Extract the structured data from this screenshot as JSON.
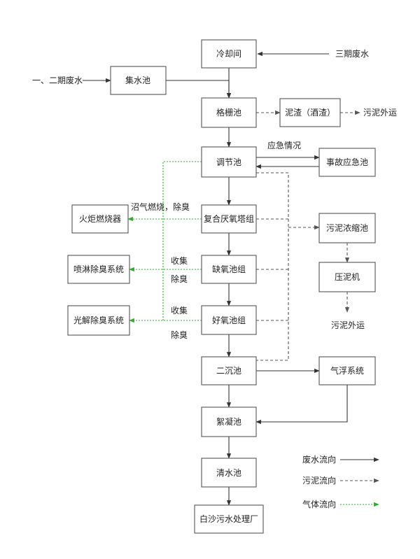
{
  "nodes": {
    "cooling_room": "冷却间",
    "collection_tank": "集水池",
    "grille_tank": "格栅池",
    "residue": "泥渣（酒渣）",
    "regulating_tank": "调节池",
    "emergency_tank": "事故应急池",
    "composite_anaerobic": "复合厌氧塔组",
    "sludge_thickener": "污泥浓缩池",
    "anoxic_tank": "缺氧池组",
    "filter_press": "压泥机",
    "aerobic_tank": "好氧池组",
    "secondary_clarifier": "二沉池",
    "air_flotation": "气浮系统",
    "flocculation_tank": "絮凝池",
    "clear_water_tank": "清水池",
    "wwtp": "白沙污水处理厂",
    "torch_burner": "火炬燃烧器",
    "spray_deodor": "喷淋除臭系统",
    "photo_deodor": "光解除臭系统"
  },
  "labels": {
    "phase_three_wastewater": "三期废水",
    "phase_one_two_wastewater": "一、二期废水",
    "sludge_out_1": "污泥外运",
    "sludge_out_2": "污泥外运",
    "emergency": "应急情况",
    "biogas_burn": "沼气燃烧，除臭",
    "collect_1": "收集",
    "deodor_1": "除臭",
    "collect_2": "收集",
    "deodor_2": "除臭"
  },
  "legend": {
    "wastewater": "废水流向",
    "sludge": "污泥流向",
    "gas": "气体流向"
  },
  "colors": {
    "wastewater_line": "#333333",
    "sludge_line": "#555555",
    "gas_line": "#33aa33"
  }
}
